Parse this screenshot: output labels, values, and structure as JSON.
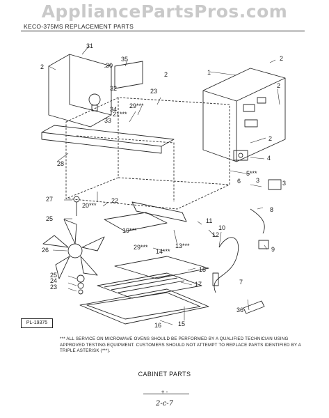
{
  "watermark": "AppliancePartsPros.com",
  "header": {
    "title": "KECO-375MS REPLACEMENT PARTS"
  },
  "diagram": {
    "callouts": [
      "1",
      "2",
      "2",
      "2",
      "2",
      "2",
      "3",
      "3",
      "4",
      "5***",
      "6",
      "7",
      "8",
      "9",
      "10",
      "11",
      "12",
      "13***",
      "14***",
      "15",
      "16",
      "17",
      "18",
      "19***",
      "20***",
      "21***",
      "22",
      "23",
      "23",
      "24",
      "25",
      "25",
      "26",
      "27",
      "28",
      "29***",
      "29***",
      "30",
      "31",
      "32",
      "33",
      "34",
      "35",
      "36"
    ]
  },
  "plate_number": "PL-19375",
  "note": "*** ALL SERVICE ON MICROWAVE OVENS SHOULD BE PERFORMED BY A QUALIFIED TECHNICIAN USING APPROVED TESTING EQUIPMENT. CUSTOMERS SHOULD NOT ATTEMPT TO REPLACE PARTS IDENTIFIED BY A TRIPLE ASTERISK (***).",
  "caption": "CABINET PARTS",
  "footer_mark": "+ -",
  "page_number": "2-c-7"
}
